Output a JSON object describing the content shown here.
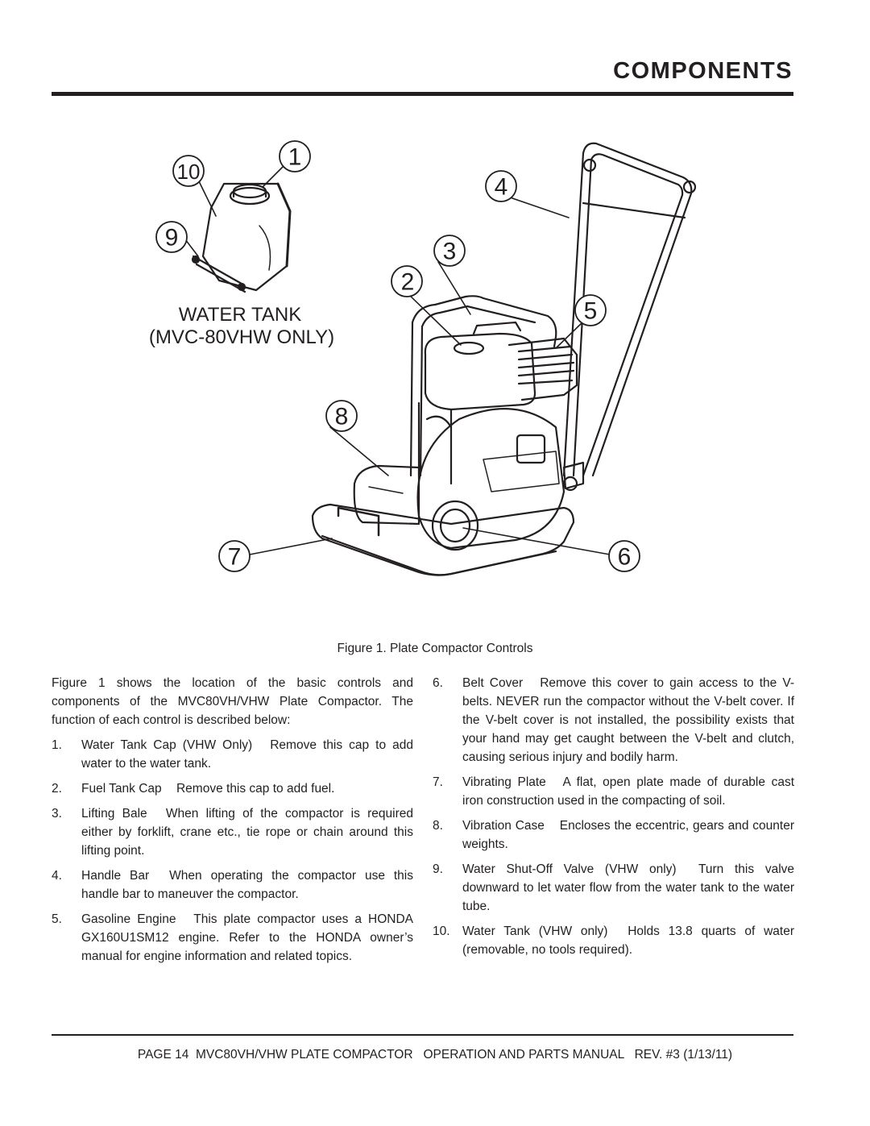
{
  "header": {
    "title": "COMPONENTS"
  },
  "figure": {
    "callouts": [
      "1",
      "2",
      "3",
      "4",
      "5",
      "6",
      "7",
      "8",
      "9",
      "10"
    ],
    "tank_caption_line1": "WATER TANK",
    "tank_caption_line2": "(MVC-80VHW ONLY)",
    "caption": "Figure 1. Plate Compactor Controls"
  },
  "intro": "Figure 1 shows the location of the basic controls and components of the MVC80VH/VHW Plate Compactor. The function of each control  is described below:",
  "items": [
    {
      "num": "1.",
      "name": "Water Tank Cap (VHW Only)",
      "desc": "Remove this cap to add water to the water tank."
    },
    {
      "num": "2.",
      "name": "Fuel Tank Cap",
      "desc": "Remove this cap to add fuel."
    },
    {
      "num": "3.",
      "name": "Lifting Bale",
      "desc": "When lifting of the compactor is required either by forklift, crane etc., tie rope or chain around this lifting point."
    },
    {
      "num": "4.",
      "name": "Handle Bar",
      "desc": "When operating the compactor use this handle bar  to maneuver  the compactor."
    },
    {
      "num": "5.",
      "name": "Gasoline Engine",
      "desc": "This plate compactor uses a HONDA GX160U1SM12 engine. Refer to the HONDA owner’s manual for  engine information and related topics."
    },
    {
      "num": "6.",
      "name": "Belt Cover",
      "desc": "Remove this cover to gain access to the V-belts. NEVER run the compactor without the V-belt cover. If the V-belt cover is not installed, the possibility exists that your hand may get caught between the V-belt and clutch, causing serious injury and bodily harm."
    },
    {
      "num": "7.",
      "name": "Vibrating Plate",
      "desc": "A flat, open plate made of durable cast iron construction used in the compacting of soil."
    },
    {
      "num": "8.",
      "name": "Vibration Case",
      "desc": "Encloses the eccentric, gears and counter weights."
    },
    {
      "num": "9.",
      "name": "Water Shut-Off Valve (VHW only)",
      "desc": "Turn this valve downward to let water flow from the water tank to the water tube."
    },
    {
      "num": "10.",
      "name": "Water Tank (VHW only)",
      "desc": "Holds 13.8 quarts of water (removable, no tools required)."
    }
  ],
  "footer": "PAGE 14  MVC80VH/VHW PLATE COMPACTOR   OPERATION AND PARTS MANUAL   REV. #3 (1/13/11)"
}
